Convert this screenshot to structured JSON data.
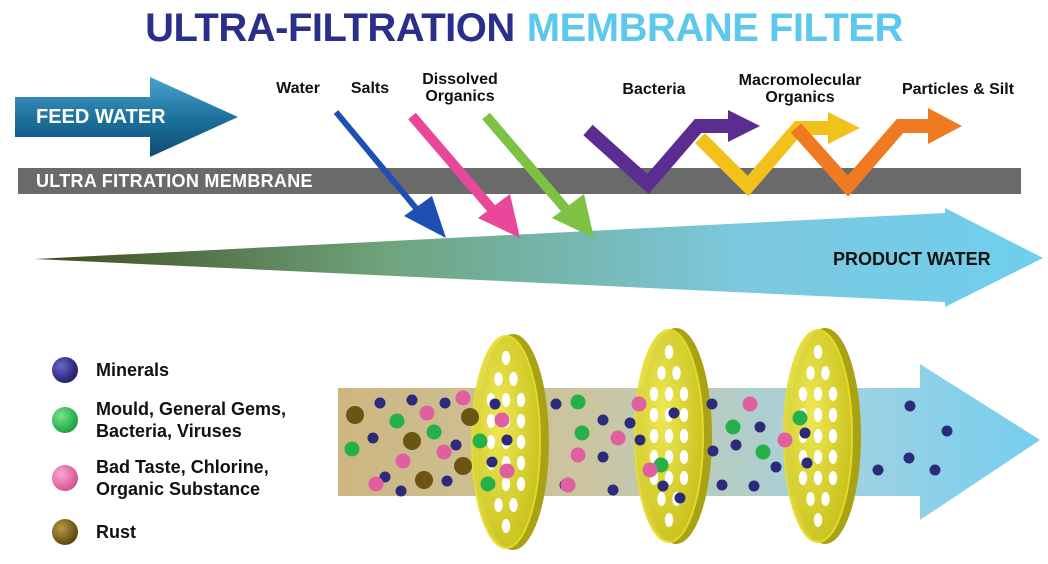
{
  "title": {
    "part1": "ULTRA-FILTRATION",
    "part2": "MEMBRANE FILTER"
  },
  "feed_label": "FEED WATER",
  "membrane_label": "ULTRA FITRATION MEMBRANE",
  "product_label": "PRODUCT WATER",
  "passing": [
    {
      "label": "Water",
      "color": "#1f4fb3"
    },
    {
      "label": "Salts",
      "color": "#1f4fb3"
    },
    {
      "label": "Dissolved\nOrganics",
      "color": "#e8479a"
    },
    {
      "label": "",
      "color": "#7dc242"
    }
  ],
  "rejected": [
    {
      "label": "Bacteria",
      "color": "#5b2d91"
    },
    {
      "label": "Macromolecular\nOrganics",
      "color": "#f2c21b"
    },
    {
      "label": "Particles & Silt",
      "color": "#f07a22"
    }
  ],
  "legend": [
    {
      "label": "Minerals",
      "color": "#2c2a7a"
    },
    {
      "label": "Mould, General Gems,\nBacteria, Viruses",
      "color": "#26b04a"
    },
    {
      "label": "Bad Taste, Chlorine,\nOrganic Substance",
      "color": "#e05fa0"
    },
    {
      "label": "Rust",
      "color": "#6b5514"
    }
  ],
  "colors": {
    "title_dark": "#2a2f8a",
    "title_light": "#5cc8ec",
    "membrane": "#6a6a6a",
    "filter_disc": "#e6e02a"
  }
}
